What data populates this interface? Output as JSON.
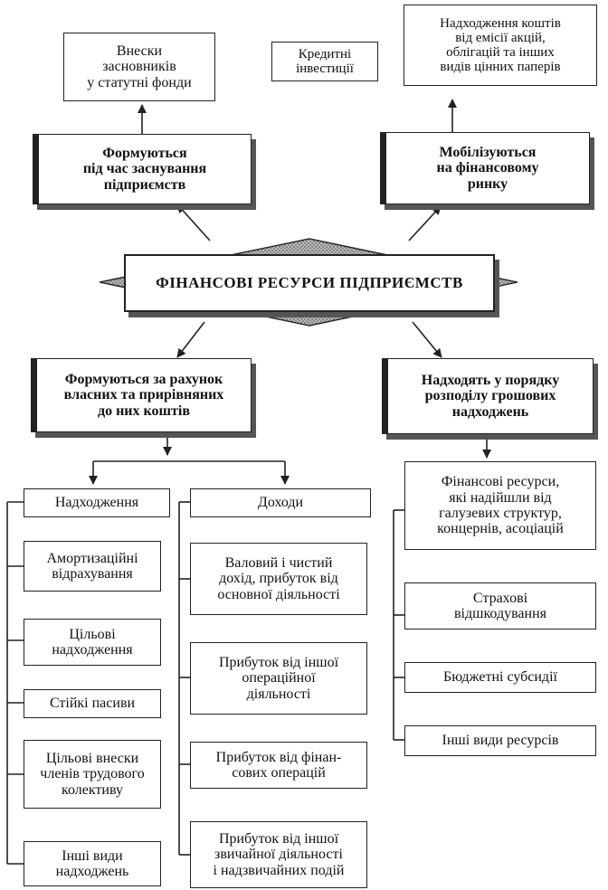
{
  "top": {
    "founders_contrib": "Внески\nзасновників\nу статутні фонди",
    "credit": "Кредитні\nінвестиції",
    "securities": "Надходження коштів\nвід емісії акцій,\nоблігацій та інших\nвидів цінних паперів",
    "formed_founding": "Формуються\nпід час заснування\nпідприємств",
    "mobilized": "Мобілізуються\nна фінансовому\nринку"
  },
  "center": {
    "title": "ФІНАНСОВІ РЕСУРСИ ПІДПРИЄМСТВ"
  },
  "middle": {
    "own_funds": "Формуються за рахунок\nвласних та прирівняних\nдо них коштів",
    "redistribution": "Надходять у порядку\nрозподілу грошових\nнадходжень"
  },
  "left": {
    "header": "Надходження",
    "items": [
      "Амортизаційні\nвідрахування",
      "Цільові\nнадходження",
      "Стійкі пасиви",
      "Цільові внески\nчленів трудового\nколективу",
      "Інші види\nнадходжень"
    ]
  },
  "midcol": {
    "header": "Доходи",
    "items": [
      "Валовий і чистий\nдохід, прибуток від\nосновної діяльності",
      "Прибуток від іншої\nопераційної\nдіяльності",
      "Прибуток від фінан-\nсових операцій",
      "Прибуток від іншої\nзвичайної діяльності\nі надзвичайних подій"
    ]
  },
  "right": {
    "items": [
      "Фінансові ресурси,\nякі надійшли від\nгалузевих структур,\nконцернів, асоціацій",
      "Страхові\nвідшкодування",
      "Бюджетні субсидії",
      "Інші види ресурсів"
    ]
  }
}
